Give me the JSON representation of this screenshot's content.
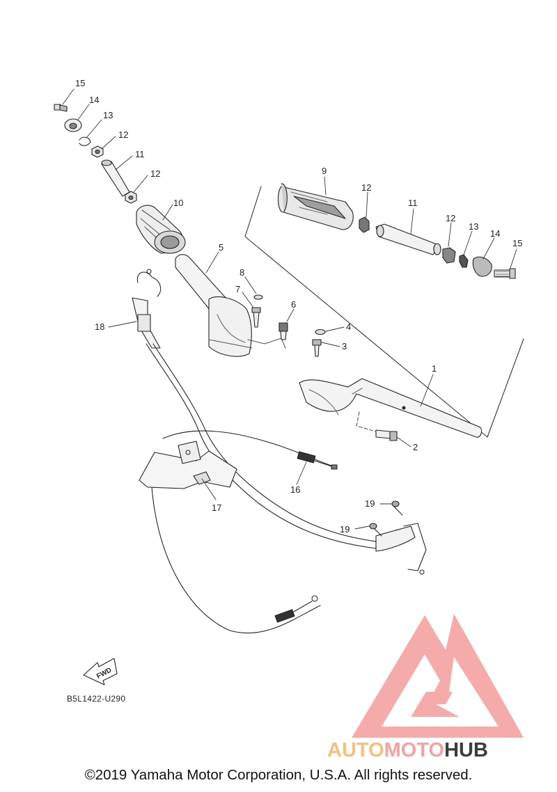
{
  "diagram": {
    "callouts": [
      {
        "id": "c15a",
        "label": "15"
      },
      {
        "id": "c14a",
        "label": "14"
      },
      {
        "id": "c13a",
        "label": "13"
      },
      {
        "id": "c12a",
        "label": "12"
      },
      {
        "id": "c11a",
        "label": "11"
      },
      {
        "id": "c12b",
        "label": "12"
      },
      {
        "id": "c10",
        "label": "10"
      },
      {
        "id": "c9",
        "label": "9"
      },
      {
        "id": "c12c",
        "label": "12"
      },
      {
        "id": "c11b",
        "label": "11"
      },
      {
        "id": "c12d",
        "label": "12"
      },
      {
        "id": "c13b",
        "label": "13"
      },
      {
        "id": "c14b",
        "label": "14"
      },
      {
        "id": "c15b",
        "label": "15"
      },
      {
        "id": "c5",
        "label": "5"
      },
      {
        "id": "c8",
        "label": "8"
      },
      {
        "id": "c7",
        "label": "7"
      },
      {
        "id": "c6",
        "label": "6"
      },
      {
        "id": "c4",
        "label": "4"
      },
      {
        "id": "c3",
        "label": "3"
      },
      {
        "id": "c18",
        "label": "18"
      },
      {
        "id": "c1",
        "label": "1"
      },
      {
        "id": "c2",
        "label": "2"
      },
      {
        "id": "c16",
        "label": "16"
      },
      {
        "id": "c17",
        "label": "17"
      },
      {
        "id": "c19a",
        "label": "19"
      },
      {
        "id": "c19b",
        "label": "19"
      }
    ],
    "fwd_label": "FWD",
    "diagram_code": "B5L1422-U290"
  },
  "watermark": {
    "text_part1": "AUTO",
    "text_part2": "MOTO",
    "text_part3": "HUB",
    "color_part1": "#f6bf7a",
    "color_part2": "#f4a3a0",
    "color_part3": "#3d3d3d",
    "logo_color": "#f4a3a0"
  },
  "footer": {
    "copyright": "©2019 Yamaha Motor Corporation, U.S.A. All rights reserved."
  }
}
